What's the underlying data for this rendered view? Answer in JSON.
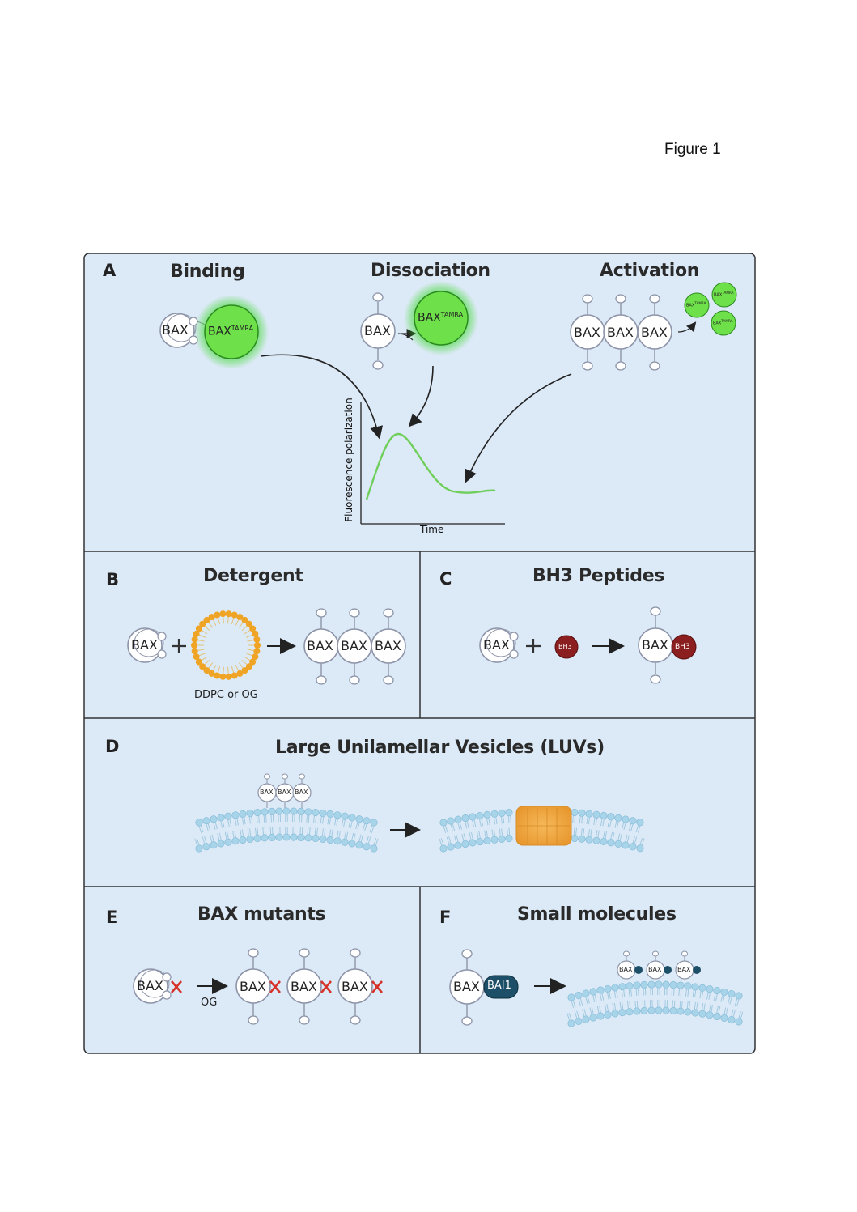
{
  "figure_label": "Figure 1",
  "panels": {
    "A": {
      "label": "A",
      "titles": {
        "binding": "Binding",
        "dissociation": "Dissociation",
        "activation": "Activation"
      },
      "plot": {
        "y_axis_label": "Fluorescence polarization",
        "x_axis_label": "Time"
      }
    },
    "B": {
      "label": "B",
      "title": "Detergent",
      "detergent_caption": "DDPC or OG"
    },
    "C": {
      "label": "C",
      "title": "BH3 Peptides"
    },
    "D": {
      "label": "D",
      "title": "Large Unilamellar Vesicles (LUVs)"
    },
    "E": {
      "label": "E",
      "title": "BAX mutants",
      "arrow_caption": "OG"
    },
    "F": {
      "label": "F",
      "title": "Small molecules"
    }
  },
  "molecule_labels": {
    "bax": "BAX",
    "tamra": "TAMRA",
    "bh3": "BH3",
    "bai1": "BAI1"
  },
  "colors": {
    "panel_bg": "#dce9f6",
    "panel_border": "#333333",
    "tamra_green": "#6ee04a",
    "tamra_glow": "#39d92a",
    "curve_green": "#6fcf5a",
    "detergent_orange": "#f0a425",
    "bh3_red": "#8b1f1f",
    "bai1_navy": "#1e4f68",
    "membrane_blue": "#a8d4ea",
    "pore_orange": "#f0a440",
    "mutation_red": "#d6332b"
  }
}
